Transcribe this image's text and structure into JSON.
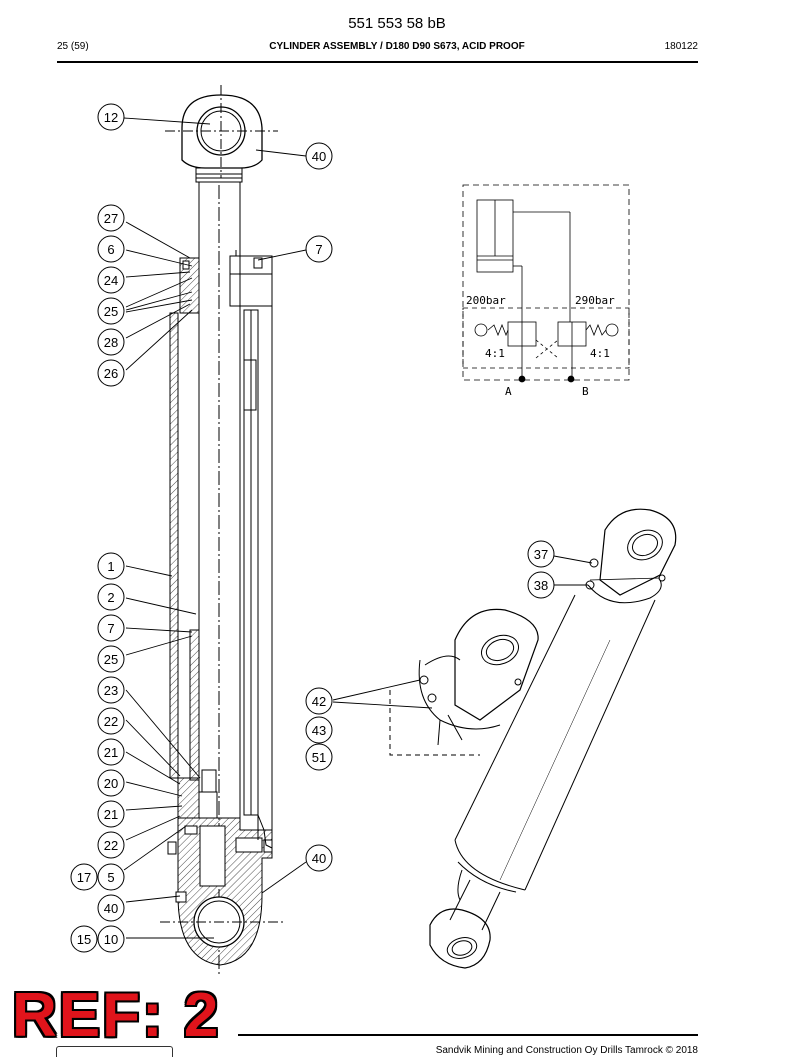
{
  "header": {
    "doc_number": "551 553 58 bB",
    "page": "25 (59)",
    "title": "CYLINDER ASSEMBLY / D180 D90 S673, ACID PROOF",
    "date": "180122"
  },
  "callouts": {
    "c12": "12",
    "c40a": "40",
    "c27": "27",
    "c6": "6",
    "c7a": "7",
    "c24": "24",
    "c25a": "25",
    "c28": "28",
    "c26": "26",
    "c1": "1",
    "c2": "2",
    "c7b": "7",
    "c25b": "25",
    "c23": "23",
    "c22a": "22",
    "c21a": "21",
    "c20": "20",
    "c21b": "21",
    "c22b": "22",
    "c17": "17",
    "c5": "5",
    "c40b": "40",
    "c15": "15",
    "c10": "10",
    "c40c": "40",
    "c37": "37",
    "c38": "38",
    "c42": "42",
    "c43": "43",
    "c51": "51"
  },
  "hydraulic": {
    "pressure_left": "200bar",
    "pressure_right": "290bar",
    "ratio_left": "4:1",
    "ratio_right": "4:1",
    "port_a": "A",
    "port_b": "B"
  },
  "stamp": {
    "text": "REF: 2",
    "color": "#e0141b"
  },
  "footer": {
    "copyright": "Sandvik Mining and Construction Oy Drills Tamrock © 2018"
  }
}
